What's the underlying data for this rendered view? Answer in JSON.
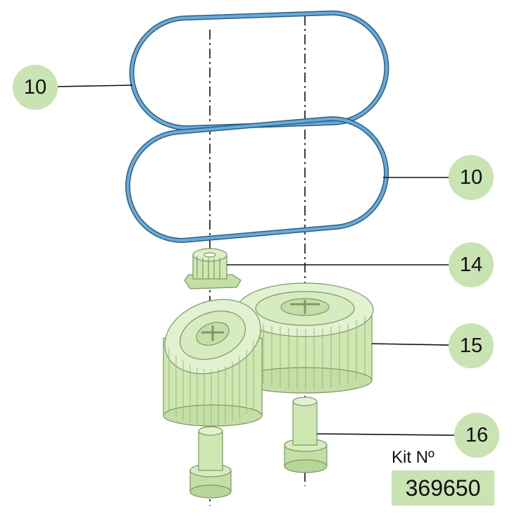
{
  "parts": {
    "belt_upper": {
      "number": "10"
    },
    "belt_lower": {
      "number": "10"
    },
    "pinion": {
      "number": "14"
    },
    "gear_pair": {
      "number": "15"
    },
    "shaft": {
      "number": "16"
    }
  },
  "kit": {
    "label": "Kit Nº",
    "number": "369650"
  },
  "colors": {
    "belt": "#6aaad6",
    "belt_outline": "#2b5f86",
    "part_fill": "#cfe8b2",
    "part_edge": "#7c9866",
    "callout_bg": "#c9e3b3"
  }
}
